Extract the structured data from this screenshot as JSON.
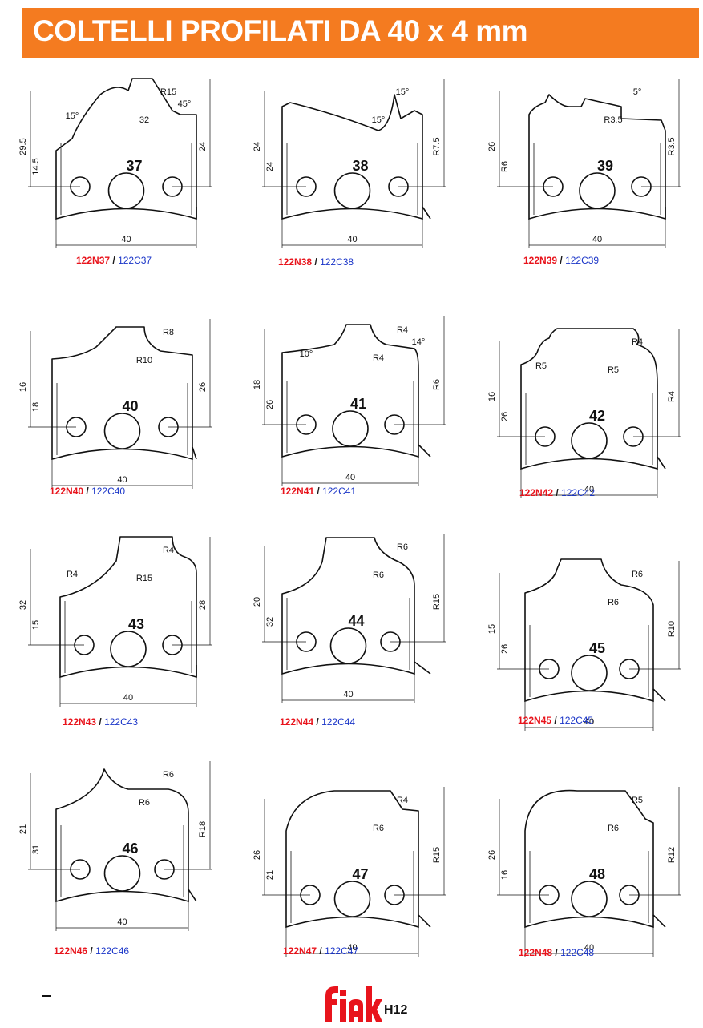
{
  "header": {
    "title": "COLTELLI PROFILATI DA 40 x 4 mm"
  },
  "colors": {
    "banner": "#f47b20",
    "code_n": "#e8141c",
    "code_c": "#1a35c8",
    "logo": "#e8141c"
  },
  "knives": [
    {
      "number": "37",
      "code_n": "122N37",
      "code_c": "122C37",
      "dims": [
        "40",
        "29.5",
        "14.5",
        "24",
        "32",
        "R15",
        "15°",
        "45°"
      ]
    },
    {
      "number": "38",
      "code_n": "122N38",
      "code_c": "122C38",
      "dims": [
        "40",
        "24",
        "24",
        "R7.5",
        "15°",
        "15°"
      ]
    },
    {
      "number": "39",
      "code_n": "122N39",
      "code_c": "122C39",
      "dims": [
        "40",
        "26",
        "R6",
        "R3.5",
        "R3.5",
        "5°"
      ]
    },
    {
      "number": "40",
      "code_n": "122N40",
      "code_c": "122C40",
      "dims": [
        "40",
        "16",
        "18",
        "26",
        "R10",
        "R8"
      ]
    },
    {
      "number": "41",
      "code_n": "122N41",
      "code_c": "122C41",
      "dims": [
        "40",
        "18",
        "26",
        "R6",
        "R4",
        "R4",
        "10°",
        "14°"
      ]
    },
    {
      "number": "42",
      "code_n": "122N42",
      "code_c": "122C42",
      "dims": [
        "40",
        "16",
        "26",
        "R4",
        "R5",
        "R4",
        "R5"
      ]
    },
    {
      "number": "43",
      "code_n": "122N43",
      "code_c": "122C43",
      "dims": [
        "40",
        "32",
        "15",
        "28",
        "R15",
        "R4",
        "R4"
      ]
    },
    {
      "number": "44",
      "code_n": "122N44",
      "code_c": "122C44",
      "dims": [
        "40",
        "20",
        "32",
        "R15",
        "R6",
        "R6"
      ]
    },
    {
      "number": "45",
      "code_n": "122N45",
      "code_c": "122C45",
      "dims": [
        "40",
        "15",
        "26",
        "R10",
        "R6",
        "R6"
      ]
    },
    {
      "number": "46",
      "code_n": "122N46",
      "code_c": "122C46",
      "dims": [
        "40",
        "21",
        "31",
        "R18",
        "R6",
        "R6"
      ]
    },
    {
      "number": "47",
      "code_n": "122N47",
      "code_c": "122C47",
      "dims": [
        "40",
        "26",
        "21",
        "R15",
        "R6",
        "R4"
      ]
    },
    {
      "number": "48",
      "code_n": "122N48",
      "code_c": "122C48",
      "dims": [
        "40",
        "26",
        "16",
        "R12",
        "R6",
        "R5"
      ]
    }
  ],
  "footer": {
    "brand": "fiak",
    "model": "H12"
  }
}
